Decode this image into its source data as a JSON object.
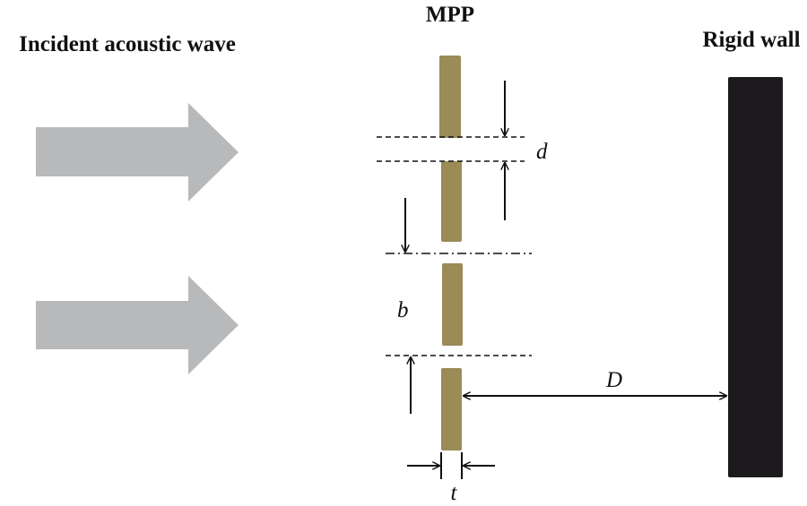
{
  "labels": {
    "incident": "Incident acoustic wave",
    "mpp": "MPP",
    "rigid_wall": "Rigid wall",
    "d": "d",
    "b": "b",
    "D": "D",
    "t": "t"
  },
  "colors": {
    "plate": "#9a8b57",
    "wall": "#1c1a1d",
    "wave_arrow": "#b8b9ba",
    "line": "#111111"
  }
}
